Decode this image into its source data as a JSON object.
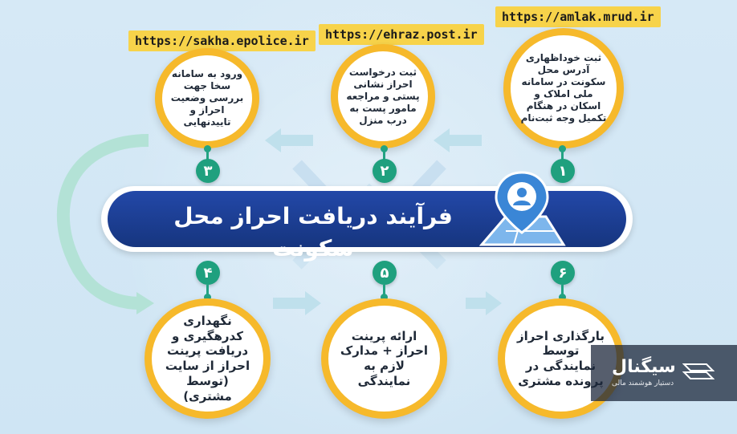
{
  "title": "فرآیند دریافت احراز محل سکونت",
  "steps": [
    {
      "num": "۱",
      "url": "https://amlak.mrud.ir",
      "text": "ثبت خوداظهاری آدرس محل سکونت در سامانه ملی املاک و اسکان در هنگام تکمیل وجه ثبت‌نام"
    },
    {
      "num": "۲",
      "url": "https://ehraz.post.ir",
      "text": "ثبت درخواست احراز نشانی پستی و مراجعه مامور پست به درب منزل"
    },
    {
      "num": "۳",
      "url": "https://sakha.epolice.ir",
      "text": "ورود به سامانه سخا جهت بررسی وضعیت احراز و تاییدنهایی"
    },
    {
      "num": "۴",
      "text": "نگهداری کدرهگیری و دریافت پرینت احراز از سایت (توسط مشتری)"
    },
    {
      "num": "۵",
      "text": "ارائه پرینت احراز + مدارک لازم به نمایندگی"
    },
    {
      "num": "۶",
      "text": "بارگذاری احراز توسط نمایندگی در پرونده مشتری"
    }
  ],
  "brand": {
    "name": "سیگنال",
    "tagline": "دستیار هوشمند مالی"
  },
  "colors": {
    "circle_border": "#f6b92b",
    "accent_green": "#1fa07e",
    "banner_blue": "#1e3f96",
    "url_bg": "#f7d34a"
  }
}
